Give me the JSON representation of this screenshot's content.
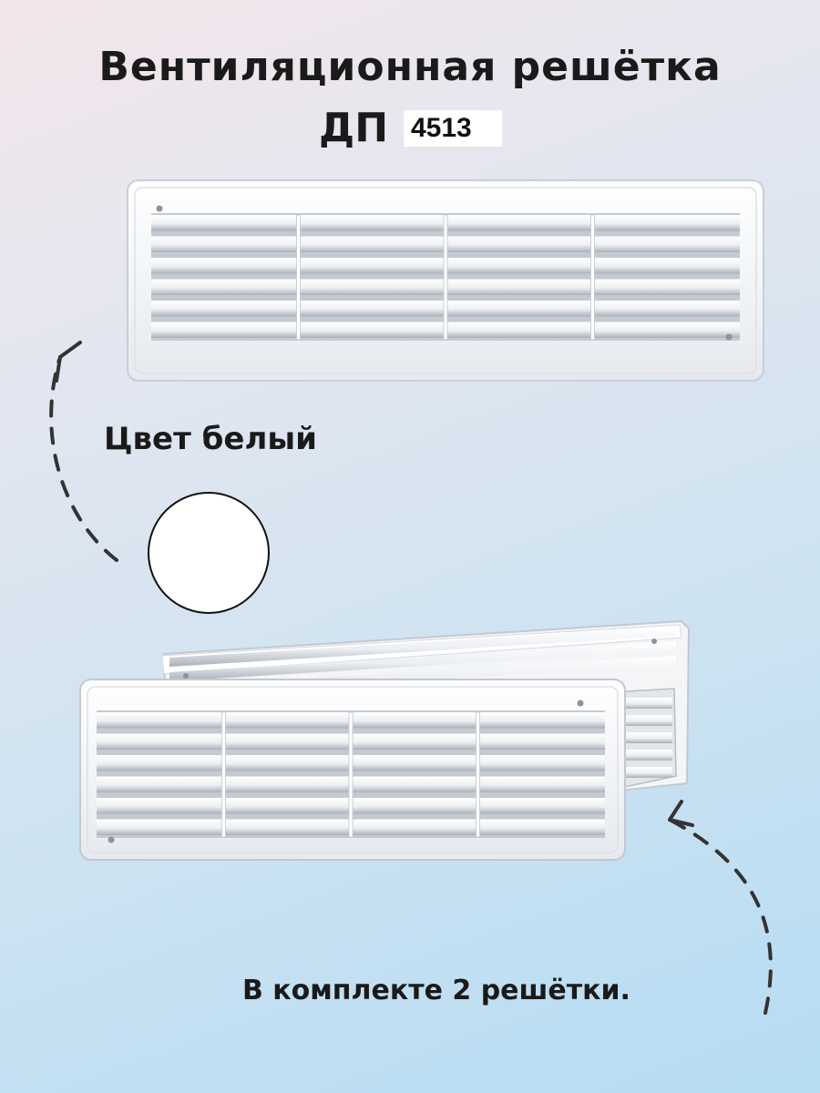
{
  "title": {
    "line1": "Вентиляционная решётка",
    "line2": "ДП",
    "model": "4513"
  },
  "color": {
    "label": "Цвет белый",
    "swatch": "#ffffff"
  },
  "kit": {
    "label": "В комплекте 2 решётки."
  },
  "icons": [
    "dashed-arrow-up-left-icon",
    "dashed-arrow-up-right-icon"
  ]
}
